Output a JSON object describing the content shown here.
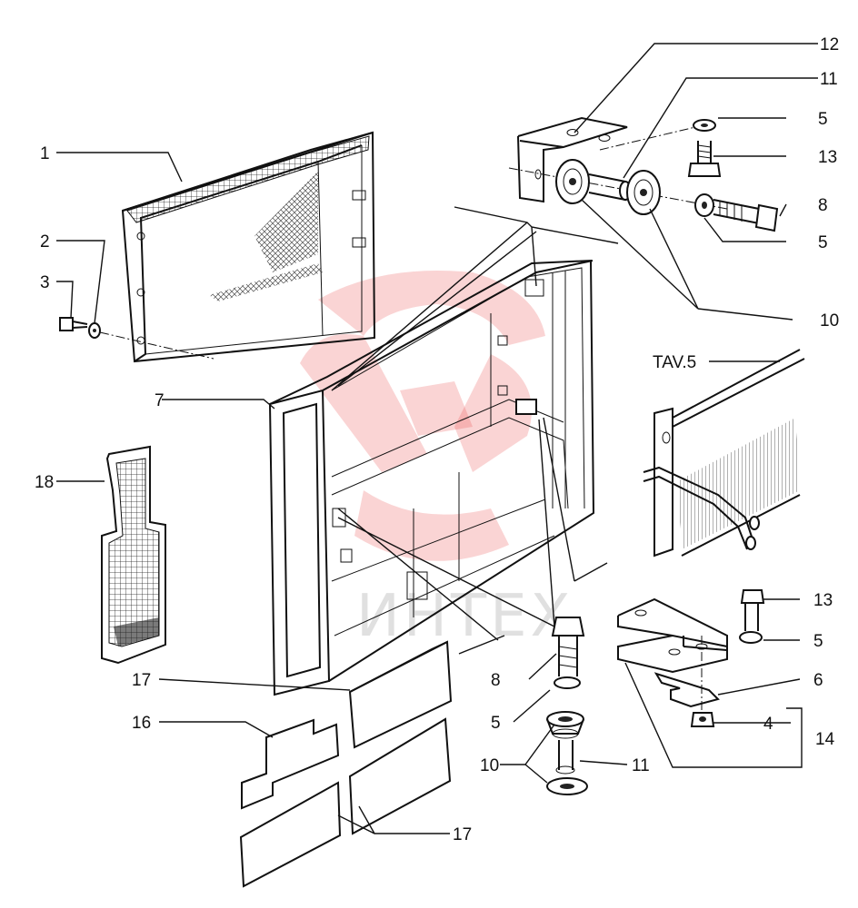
{
  "diagram": {
    "callouts": [
      {
        "id": "c1",
        "text": "1"
      },
      {
        "id": "c2",
        "text": "2"
      },
      {
        "id": "c3",
        "text": "3"
      },
      {
        "id": "c7",
        "text": "7"
      },
      {
        "id": "c18",
        "text": "18"
      },
      {
        "id": "c12",
        "text": "12"
      },
      {
        "id": "c11a",
        "text": "11"
      },
      {
        "id": "c5a",
        "text": "5"
      },
      {
        "id": "c13a",
        "text": "13"
      },
      {
        "id": "c8a",
        "text": "8"
      },
      {
        "id": "c5b",
        "text": "5"
      },
      {
        "id": "c10a",
        "text": "10"
      },
      {
        "id": "tav",
        "text": "TAV.5"
      },
      {
        "id": "c13b",
        "text": "13"
      },
      {
        "id": "c5c",
        "text": "5"
      },
      {
        "id": "c6",
        "text": "6"
      },
      {
        "id": "c4",
        "text": "4"
      },
      {
        "id": "c14",
        "text": "14"
      },
      {
        "id": "c8b",
        "text": "8"
      },
      {
        "id": "c5d",
        "text": "5"
      },
      {
        "id": "c10b",
        "text": "10"
      },
      {
        "id": "c11b",
        "text": "11"
      },
      {
        "id": "c17a",
        "text": "17"
      },
      {
        "id": "c16",
        "text": "16"
      },
      {
        "id": "c17b",
        "text": "17"
      }
    ],
    "watermark": {
      "text": "ИНТЕХ",
      "color": "#e63a3a"
    },
    "icons": [
      "filter-grille-icon",
      "screw-icon",
      "washer-icon",
      "frame-panel-icon",
      "bracket-icon",
      "rubber-mount-icon",
      "bolt-icon",
      "insulation-block-icon"
    ]
  }
}
